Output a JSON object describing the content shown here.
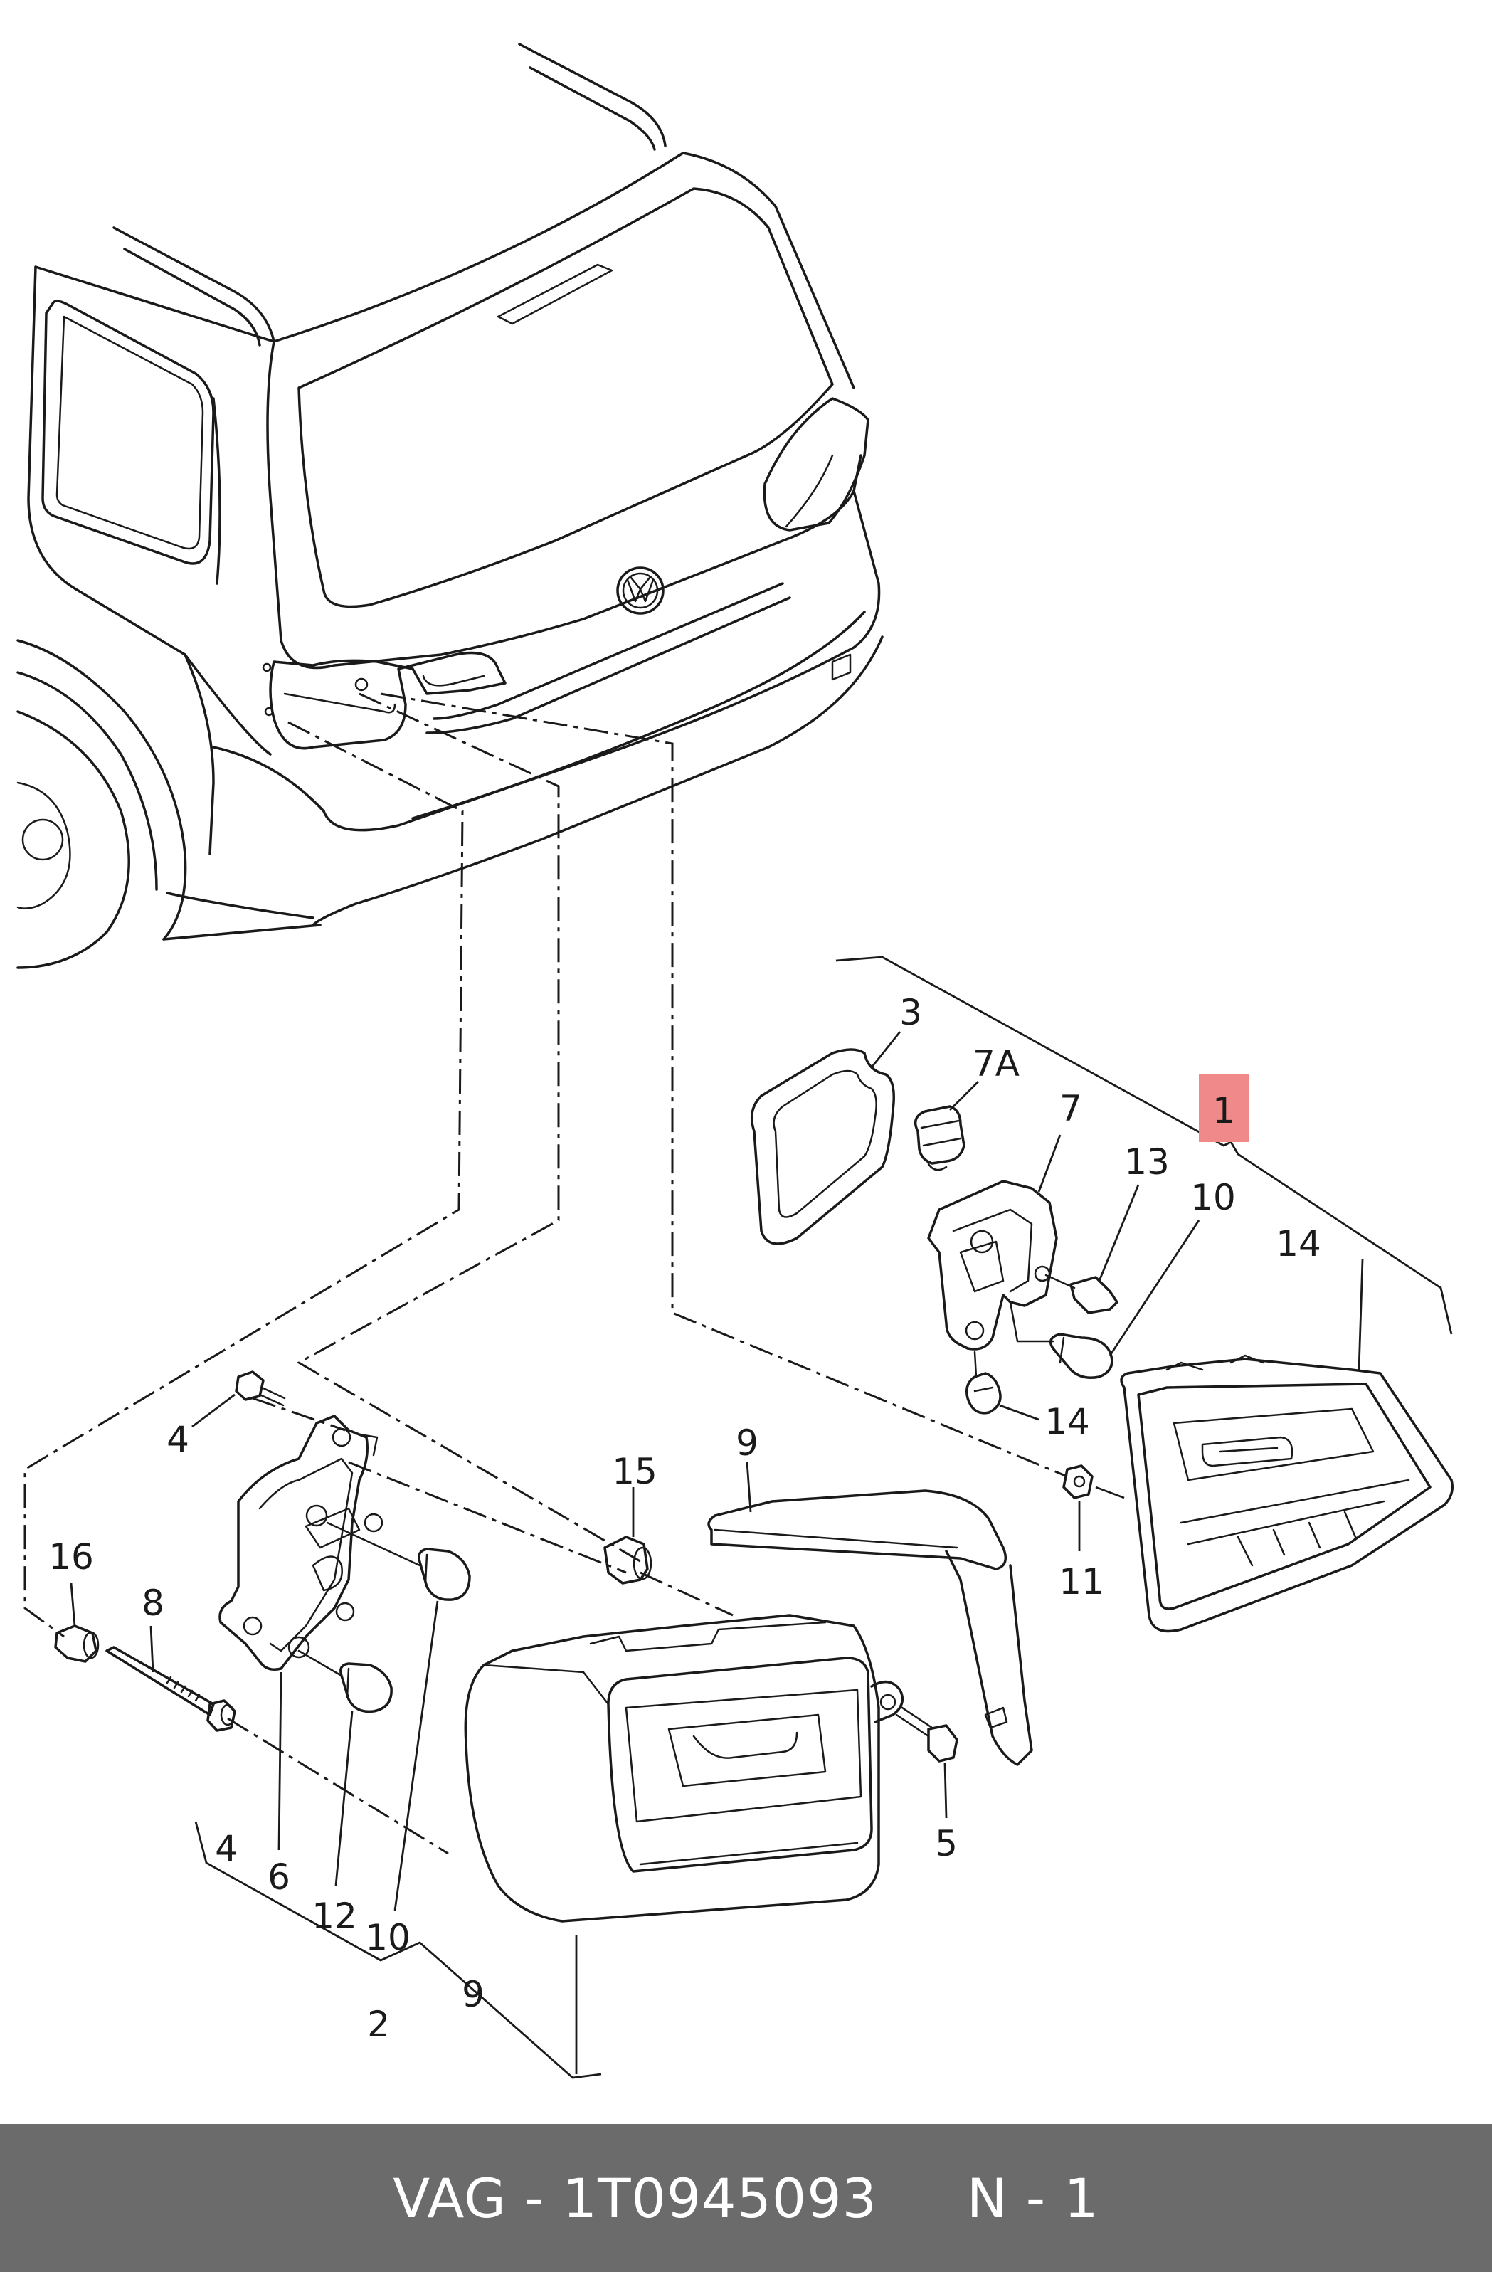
{
  "callouts": {
    "c1": "1",
    "c2": "2",
    "c3": "3",
    "c4a": "4",
    "c4b": "4",
    "c5": "5",
    "c6": "6",
    "c7": "7",
    "c7a": "7A",
    "c8": "8",
    "c9a": "9",
    "c9b": "9",
    "c10a": "10",
    "c10b": "10",
    "c11": "11",
    "c12": "12",
    "c13": "13",
    "c14a": "14",
    "c14b": "14",
    "c15": "15",
    "c16": "16"
  },
  "highlight_color": "#f08a8a",
  "footer": {
    "text": "VAG - 1T0945093     N - 1",
    "background": "#6b6b6b",
    "color": "#ffffff"
  }
}
